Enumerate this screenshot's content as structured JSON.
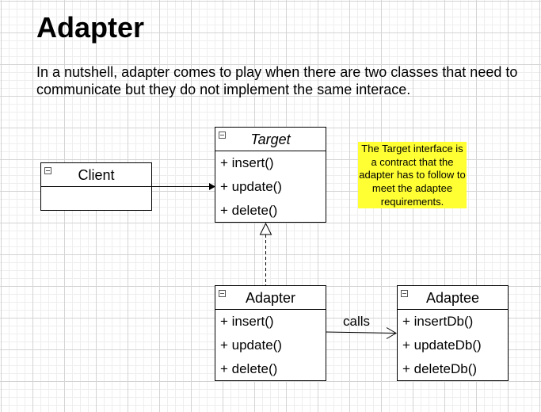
{
  "title": "Adapter",
  "description": "In a nutshell, adapter comes to play when there are two classes that need to communicate but they do not implement the same interace.",
  "classes": {
    "client": {
      "name": "Client",
      "operations": []
    },
    "target": {
      "name": "Target",
      "operations": [
        "+ insert()",
        "+ update()",
        "+ delete()"
      ]
    },
    "adapter": {
      "name": "Adapter",
      "operations": [
        "+ insert()",
        "+ update()",
        "+ delete()"
      ]
    },
    "adaptee": {
      "name": "Adaptee",
      "operations": [
        "+ insertDb()",
        "+ updateDb()",
        "+ deleteDb()"
      ]
    }
  },
  "note": {
    "text": "The Target interface is a contract that the adapter has to follow to meet the adaptee requirements.",
    "color": "#ffff33"
  },
  "relations": {
    "calls_label": "calls"
  }
}
